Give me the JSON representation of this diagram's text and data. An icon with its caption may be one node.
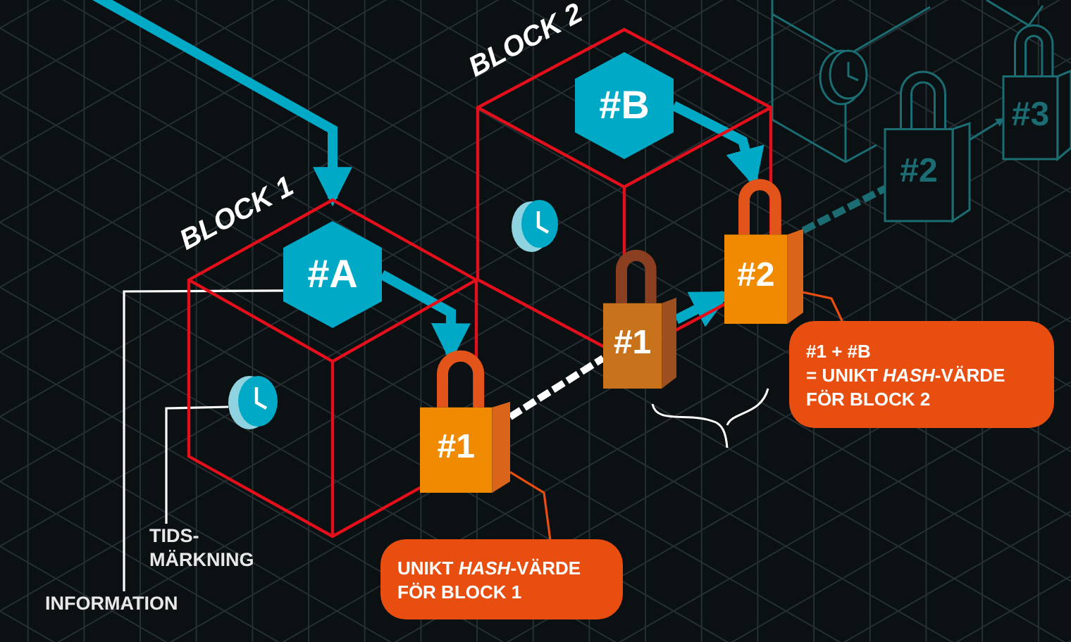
{
  "diagram": {
    "nodes": [
      {
        "text": [
          "BLOCK 1"
        ]
      },
      {
        "text": [
          "#A"
        ],
        "in": 0
      },
      {
        "text": [],
        "shape": "picture",
        "in": 0
      },
      {
        "text": [
          "#1"
        ]
      },
      {
        "text": [
          "BLOCK 2"
        ]
      },
      {
        "text": [
          "#B"
        ],
        "in": 4
      },
      {
        "text": [
          "#1"
        ]
      },
      {
        "text": [
          "#2"
        ]
      },
      {
        "text": [
          "#2"
        ]
      },
      {
        "text": [
          "#3"
        ]
      },
      {
        "text": [
          "UNIKT *HASH*-VÄRDE FÖR BLOCK 1"
        ]
      },
      {
        "text": [
          "#1 + #B",
          "= UNIKT *HASH*-VÄRDE FÖR BLOCK 2"
        ]
      },
      {
        "text": [
          "TIDS- MÄRKNING"
        ]
      },
      {
        "text": [
          "INFORMATION"
        ]
      }
    ],
    "edges": [
      {
        "from": null,
        "to": 0,
        "arrow": "to"
      },
      {
        "from": 1,
        "to": 3,
        "arrow": "to"
      },
      {
        "from": 5,
        "to": 7,
        "arrow": "to"
      },
      {
        "from": 3,
        "to": 6,
        "arrow": "none",
        "style": "dashed",
        "color": "#ffffff"
      },
      {
        "from": 6,
        "to": 7,
        "arrow": "to"
      },
      {
        "from": 7,
        "to": 8,
        "arrow": "none",
        "style": "dashed",
        "color": "#1b6d73"
      },
      {
        "from": 8,
        "to": 9,
        "arrow": "to",
        "color": "#1b6d73"
      },
      {
        "from": 10,
        "to": 3,
        "arrow": "none",
        "color": "#e84e0f"
      },
      {
        "from": 11,
        "to": 7,
        "arrow": "none",
        "color": "#e84e0f"
      },
      {
        "from": 13,
        "to": 1,
        "arrow": "none",
        "color": "#ffffff"
      },
      {
        "from": 12,
        "to": 2,
        "arrow": "none",
        "color": "#ffffff"
      }
    ]
  }
}
